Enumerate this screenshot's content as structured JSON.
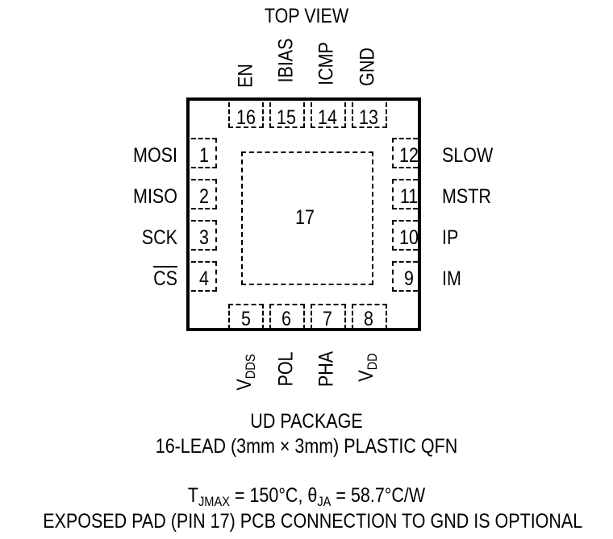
{
  "diagram": {
    "view_label": "TOP VIEW",
    "exposed_pad_number": "17",
    "pins": {
      "p1": {
        "number": "1",
        "name": "MOSI"
      },
      "p2": {
        "number": "2",
        "name": "MISO"
      },
      "p3": {
        "number": "3",
        "name": "SCK"
      },
      "p4": {
        "number": "4",
        "name": "CS"
      },
      "p5": {
        "number": "5",
        "name_main": "V",
        "name_sub": "DDS"
      },
      "p6": {
        "number": "6",
        "name": "POL"
      },
      "p7": {
        "number": "7",
        "name": "PHA"
      },
      "p8": {
        "number": "8",
        "name_main": "V",
        "name_sub": "DD"
      },
      "p9": {
        "number": "9",
        "name": "IM"
      },
      "p10": {
        "number": "10",
        "name": "IP"
      },
      "p11": {
        "number": "11",
        "name": "MSTR"
      },
      "p12": {
        "number": "12",
        "name": "SLOW"
      },
      "p13": {
        "number": "13",
        "name": "GND"
      },
      "p14": {
        "number": "14",
        "name": "ICMP"
      },
      "p15": {
        "number": "15",
        "name": "IBIAS"
      },
      "p16": {
        "number": "16",
        "name": "EN"
      }
    },
    "package_name": "UD PACKAGE",
    "package_desc": "16-LEAD (3mm × 3mm) PLASTIC QFN",
    "thermal": {
      "tj_main": "T",
      "tj_sub": "JMAX",
      "tj_value": " = 150°C, ",
      "theta_main": "θ",
      "theta_sub": "JA",
      "theta_value": " = 58.7°C/W"
    },
    "note": "EXPOSED PAD (PIN 17) PCB CONNECTION TO GND IS OPTIONAL"
  }
}
